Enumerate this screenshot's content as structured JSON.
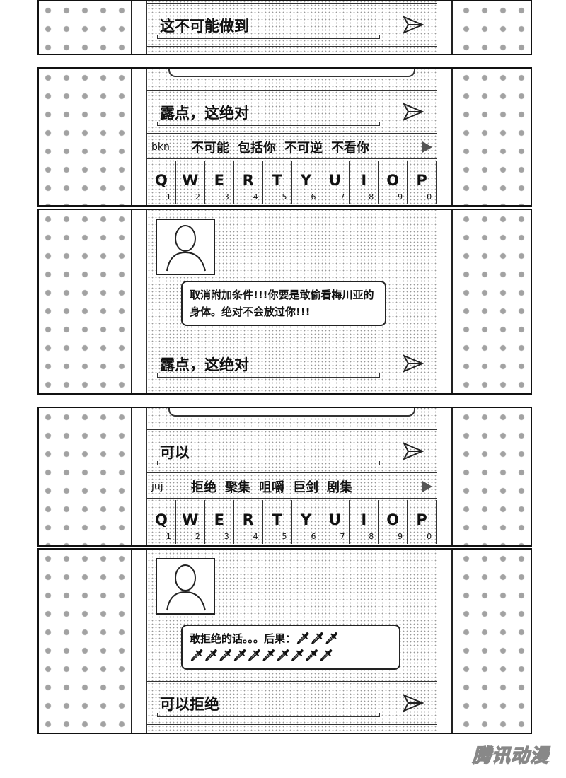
{
  "panels": [
    {
      "input": "这不可能做到"
    },
    {
      "input": "露点，这绝对",
      "candidates": {
        "pinyin": "bkn",
        "words": [
          "不可能",
          "包括你",
          "不可逆",
          "不看你"
        ]
      }
    },
    {
      "bubble": "取消附加条件!!!你要是敢偷看梅川亚的身体。绝对不会放过你!!!",
      "input": "露点，这绝对"
    },
    {
      "input": "可以",
      "candidates": {
        "pinyin": "juj",
        "words": [
          "拒绝",
          "聚集",
          "咀嚼",
          "巨剑",
          "剧集"
        ]
      }
    },
    {
      "bubble": "敢拒绝的话。。。后果：",
      "input": "可以拒绝"
    }
  ],
  "keyboard": {
    "keys": [
      "Q",
      "W",
      "E",
      "R",
      "T",
      "Y",
      "U",
      "I",
      "O",
      "P"
    ],
    "numbers": [
      "1",
      "2",
      "3",
      "4",
      "5",
      "6",
      "7",
      "8",
      "9",
      "0"
    ]
  },
  "watermark": "腾讯动漫",
  "icons": {
    "send": "send-icon",
    "sword": "🗡"
  }
}
